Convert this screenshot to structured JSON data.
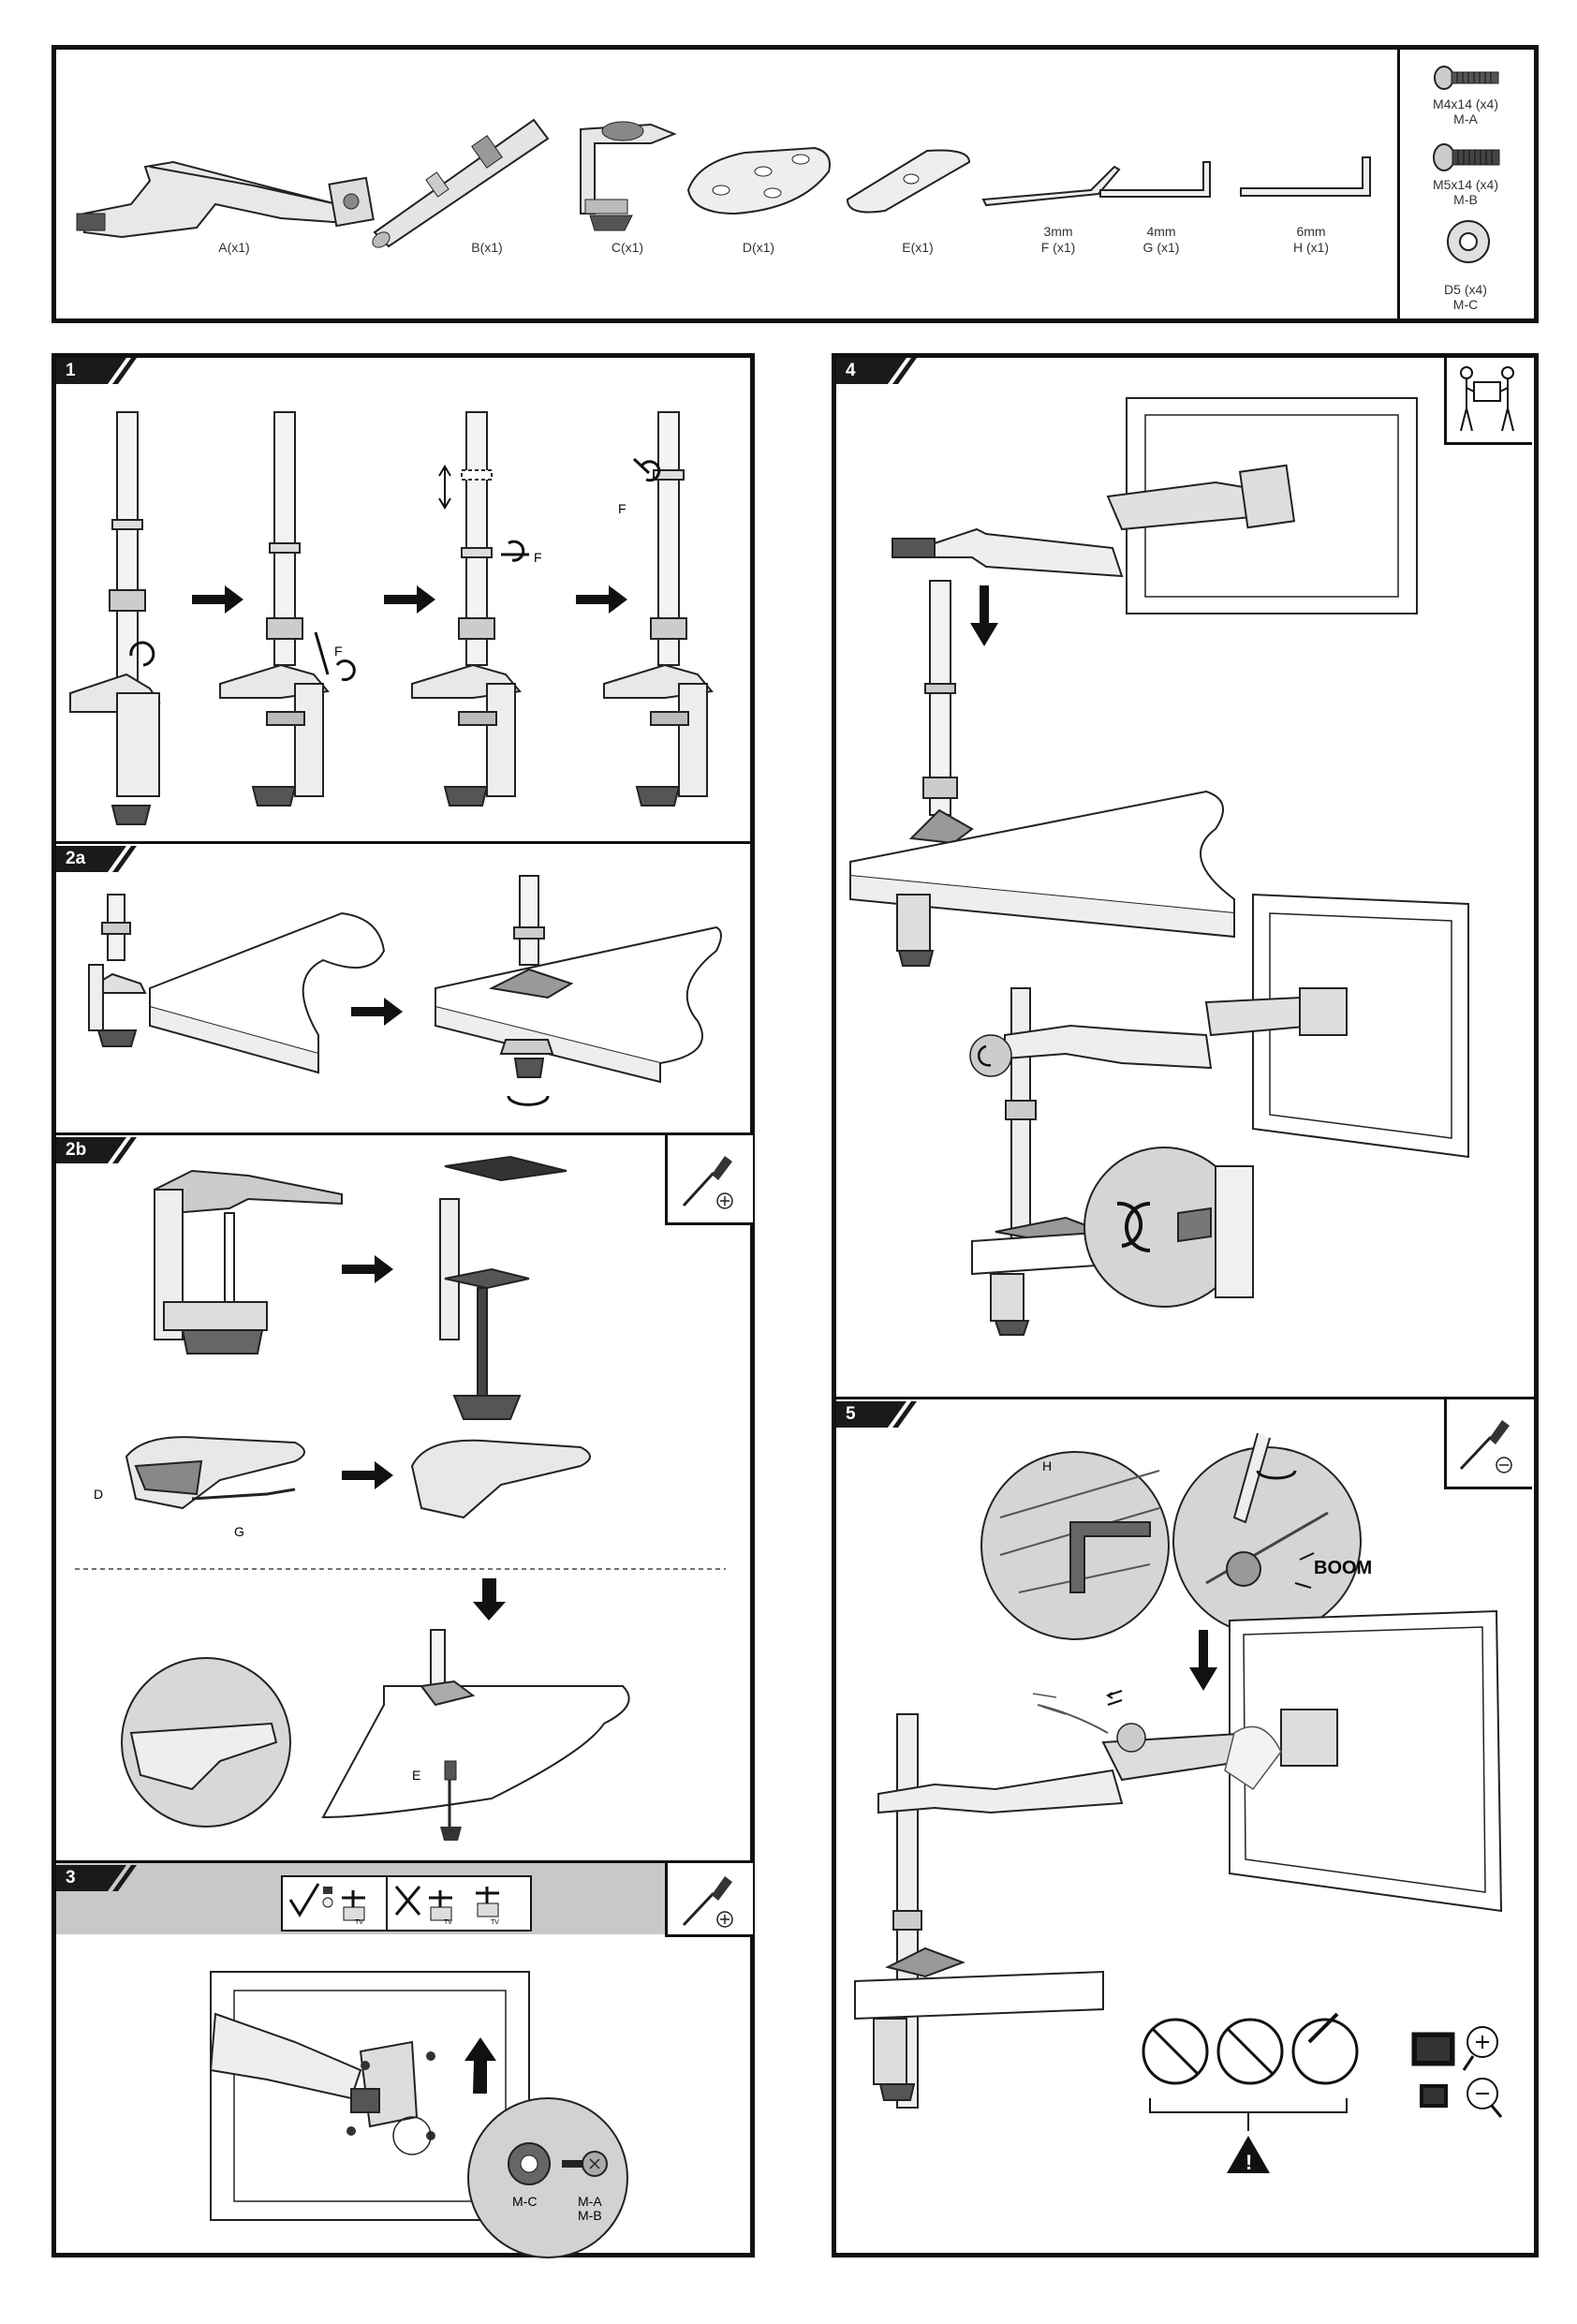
{
  "parts": {
    "a": "A(x1)",
    "b": "B(x1)",
    "c": "C(x1)",
    "d": "D(x1)",
    "e": "E(x1)",
    "f_size": "3mm",
    "f": "F (x1)",
    "g_size": "4mm",
    "g": "G (x1)",
    "h_size": "6mm",
    "h": "H (x1)",
    "screw_a_size": "M4x14 (x4)",
    "screw_a": "M-A",
    "screw_b_size": "M5x14 (x4)",
    "screw_b": "M-B",
    "washer_size": "D5 (x4)",
    "washer": "M-C"
  },
  "steps": {
    "s1": "1",
    "s2a": "2a",
    "s2b": "2b",
    "s3": "3",
    "s4": "4",
    "s5": "5"
  },
  "callouts": {
    "f1": "F",
    "f2": "F",
    "f3": "F",
    "d": "D",
    "g": "G",
    "e": "E",
    "h": "H",
    "mc": "M-C",
    "ma": "M-A",
    "mb": "M-B",
    "boom": "BOOM",
    "tv1": "TV",
    "tv2": "TV",
    "tv3": "TV"
  },
  "colors": {
    "frame": "#111111",
    "gray_band": "#c8c8c8",
    "tag": "#1a1a1a"
  },
  "icons": [
    "screwdriver-plus-icon",
    "screwdriver-minus-icon",
    "two-person-lift-icon",
    "warning-icon",
    "arrow-right-icon",
    "zoom-in-icon",
    "zoom-out-icon"
  ]
}
